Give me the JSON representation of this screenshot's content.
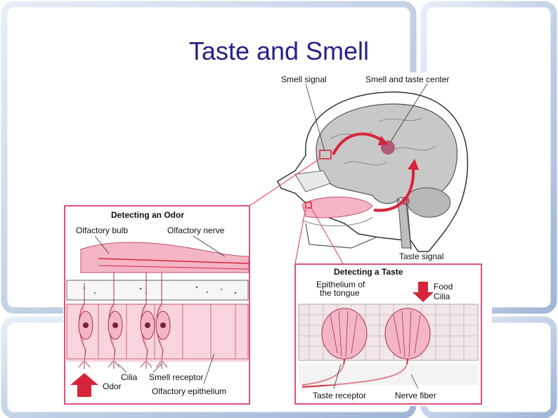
{
  "slide": {
    "title": "Taste and Smell"
  },
  "head_diagram": {
    "smell_signal_label": "Smell signal",
    "smell_taste_center_label": "Smell and taste center",
    "taste_signal_label": "Taste signal"
  },
  "odor_panel": {
    "heading": "Detecting an Odor",
    "olfactory_bulb_label": "Olfactory bulb",
    "olfactory_nerve_label": "Olfactory nerve",
    "cilia_label": "Cilia",
    "smell_receptor_label": "Smell receptor",
    "odor_label": "Odor",
    "olfactory_epithelium_label": "Olfactory epithelium",
    "border_color": "#e0507a"
  },
  "taste_panel": {
    "heading": "Detecting a Taste",
    "epithelium_label_line1": "Epithelium of",
    "epithelium_label_line2": "the tongue",
    "food_label": "Food",
    "cilia_label": "Cilia",
    "taste_receptor_label": "Taste receptor",
    "nerve_fiber_label": "Nerve fiber",
    "border_color": "#e0507a"
  },
  "colors": {
    "title": "#2a2088",
    "arrow_red": "#d8243a",
    "brain_gray": "#c8c8c8",
    "tissue_pink": "#f4b6c6",
    "frame_blue": "#9fb6d6"
  }
}
